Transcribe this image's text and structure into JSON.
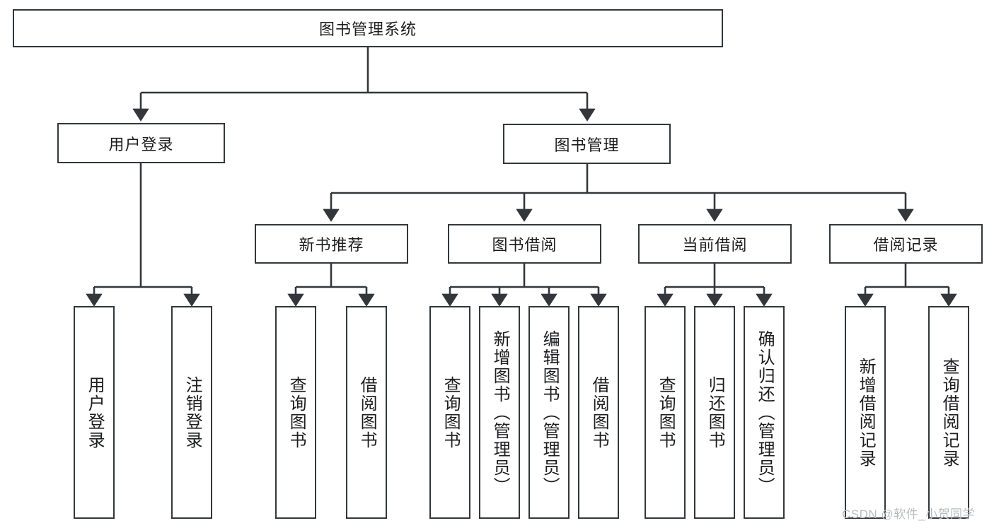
{
  "diagram": {
    "title": "图书管理系统",
    "type": "tree",
    "root": {
      "label": "图书管理系统",
      "orientation": "horizontal"
    },
    "level2": [
      {
        "label": "用户登录",
        "orientation": "horizontal"
      },
      {
        "label": "图书管理",
        "orientation": "horizontal"
      }
    ],
    "level3": [
      {
        "label": "新书推荐",
        "orientation": "horizontal",
        "parent": "图书管理"
      },
      {
        "label": "图书借阅",
        "orientation": "horizontal",
        "parent": "图书管理"
      },
      {
        "label": "当前借阅",
        "orientation": "horizontal",
        "parent": "图书管理"
      },
      {
        "label": "借阅记录",
        "orientation": "horizontal",
        "parent": "图书管理"
      }
    ],
    "leaves": {
      "user_login": [
        {
          "label": "用户登录",
          "orientation": "vertical"
        },
        {
          "label": "注销登录",
          "orientation": "vertical"
        }
      ],
      "new_book_recommend": [
        {
          "label": "查询图书",
          "orientation": "vertical"
        },
        {
          "label": "借阅图书",
          "orientation": "vertical"
        }
      ],
      "book_borrow": [
        {
          "label": "查询图书",
          "orientation": "vertical"
        },
        {
          "label": "新增图书（管理员）",
          "orientation": "vertical"
        },
        {
          "label": "编辑图书（管理员）",
          "orientation": "vertical"
        },
        {
          "label": "借阅图书",
          "orientation": "vertical"
        }
      ],
      "current_borrow": [
        {
          "label": "查询图书",
          "orientation": "vertical"
        },
        {
          "label": "归还图书",
          "orientation": "vertical"
        },
        {
          "label": "确认归还（管理员）",
          "orientation": "vertical"
        }
      ],
      "borrow_record": [
        {
          "label": "新增借阅记录",
          "orientation": "vertical"
        },
        {
          "label": "查询借阅记录",
          "orientation": "vertical"
        }
      ]
    }
  },
  "watermark": {
    "text": "CSDN @软件_小贺同学"
  },
  "colors": {
    "stroke": "#33373b",
    "text": "#1c1d1f",
    "background": "#ffffff",
    "watermark": "#b9bcbf"
  }
}
